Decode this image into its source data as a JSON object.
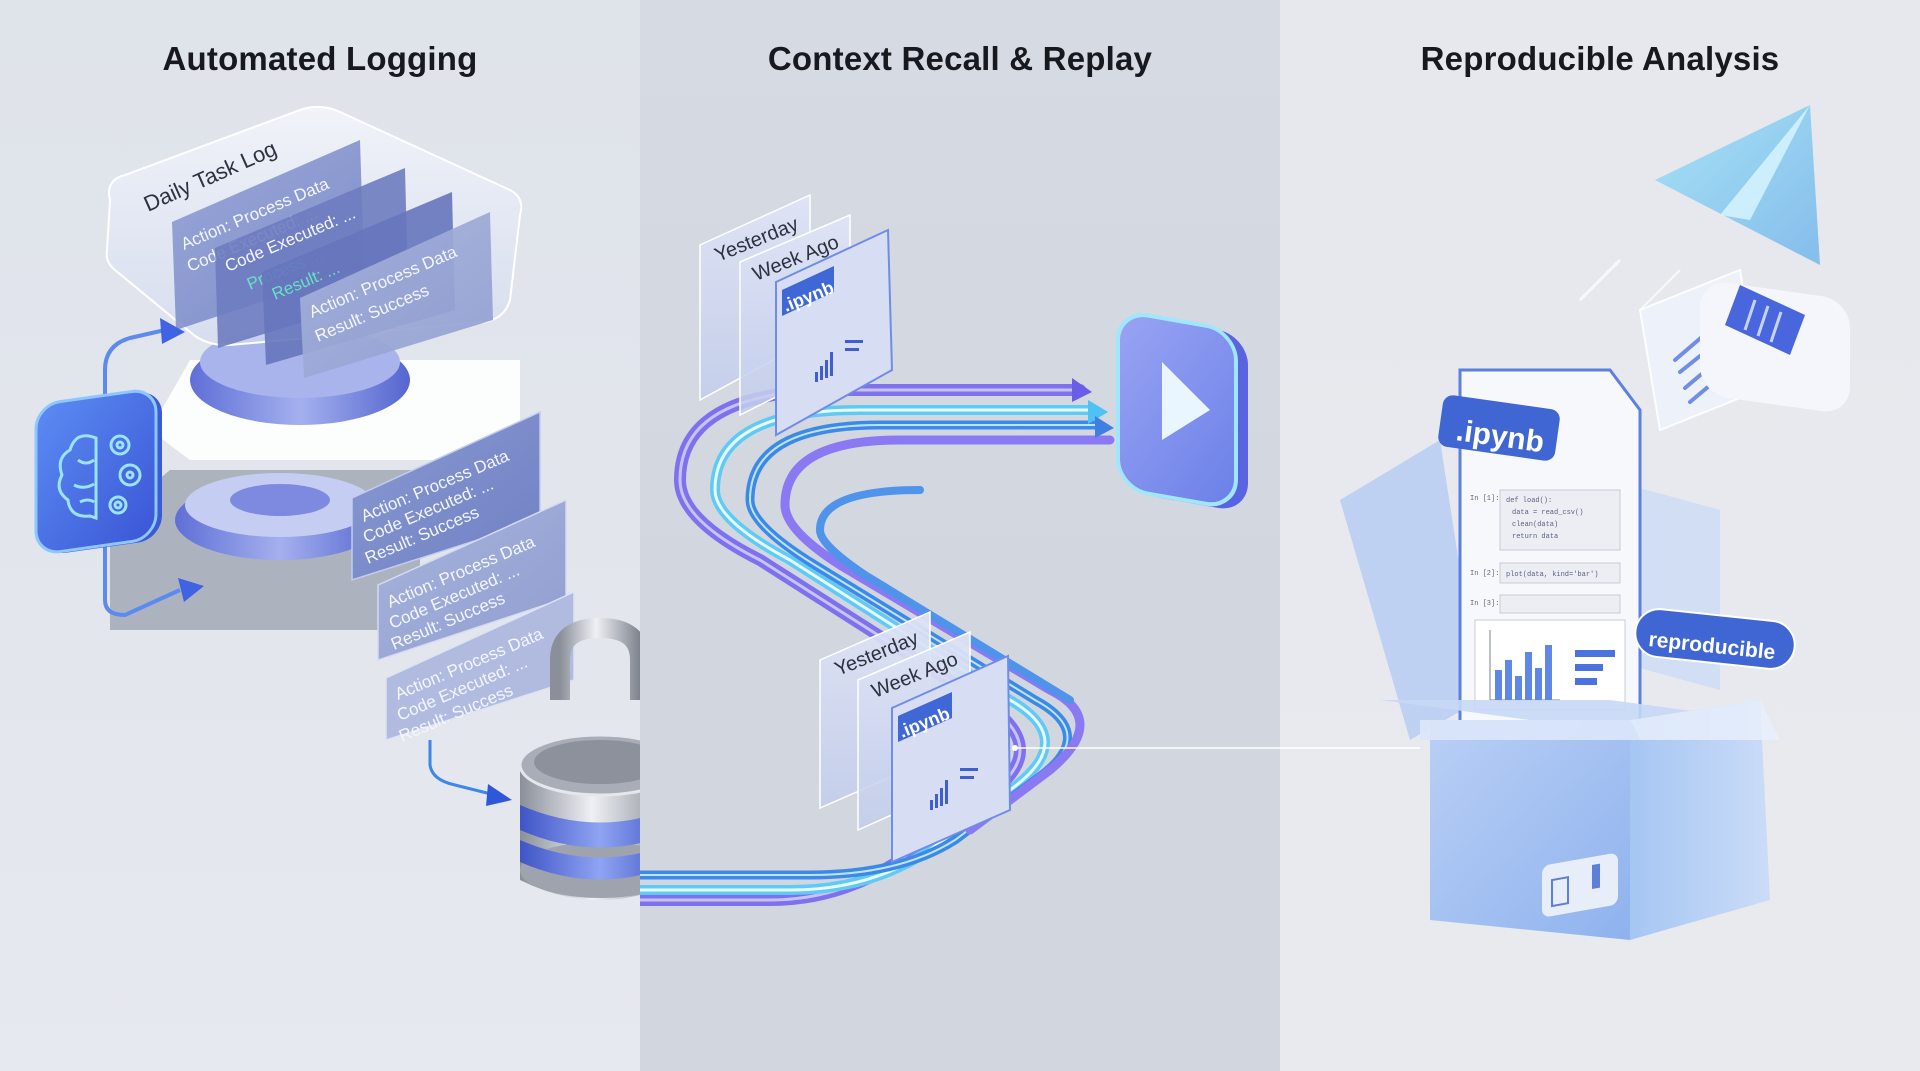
{
  "panels": [
    {
      "title": "Automated Logging",
      "log_tray_label": "Daily Task Log",
      "tray_cards": [
        {
          "lines": [
            "Action: Process Data",
            "Code Executed: ..."
          ]
        },
        {
          "lines": [
            "Code Executed: ...",
            "Process ..."
          ]
        },
        {
          "lines": [
            "Result: ..."
          ]
        },
        {
          "lines": [
            "Action: Process Data",
            "Result: Success"
          ]
        }
      ],
      "log_cards": [
        {
          "lines": [
            "Action: Process Data",
            "Code Executed: ...",
            "Result: Success"
          ]
        },
        {
          "lines": [
            "Action: Process Data",
            "Code Executed: ...",
            "Result: Success"
          ]
        },
        {
          "lines": [
            "Action: Process Data",
            "Code Executed: ...",
            "Result: Success"
          ]
        }
      ],
      "icons": [
        "brain-gears-icon",
        "padlock-database-icon"
      ]
    },
    {
      "title": "Context Recall & Replay",
      "history_stacks": [
        {
          "tabs": [
            "Yesterday",
            "Week Ago"
          ],
          "file_badge": ".ipynb"
        },
        {
          "tabs": [
            "Yesterday",
            "Week Ago"
          ],
          "file_badge": ".ipynb"
        }
      ],
      "icons": [
        "play-icon"
      ]
    },
    {
      "title": "Reproducible Analysis",
      "notebook_badge": ".ipynb",
      "notebook_cells": [
        {
          "prompt": "In [1]:",
          "code": [
            "def load():",
            "  data = read_csv()",
            "  clean(data)",
            "  return data"
          ]
        },
        {
          "prompt": "In [2]:",
          "code": [
            "plot(data, kind='bar')"
          ]
        },
        {
          "prompt": "In [3]:",
          "code": []
        }
      ],
      "tag_label": "reproducible",
      "icons": [
        "paper-plane-icon",
        "document-icon",
        "box-icon"
      ]
    }
  ],
  "colors": {
    "accent_blue": "#3f6fd8",
    "accent_violet": "#7b6cf0",
    "accent_cyan": "#5fd3f5",
    "title_text": "#17191e"
  }
}
